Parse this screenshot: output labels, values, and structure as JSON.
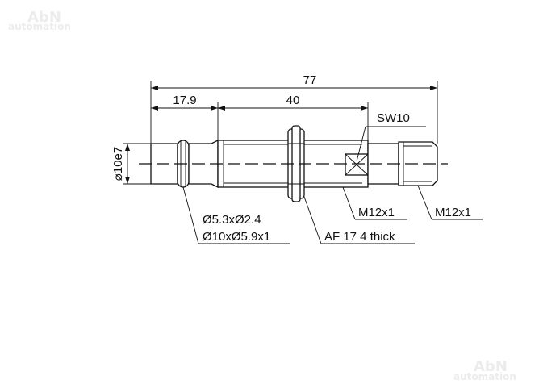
{
  "watermark": {
    "brand": "AbN",
    "tagline": "automation"
  },
  "dimensions": {
    "overall_length": "77",
    "first_length": "17.9",
    "thread_length": "40",
    "diameter": "⌀10e7"
  },
  "labels": {
    "wrench_size": "SW10",
    "groove_1": "Ø5.3xØ2.4",
    "groove_2": "Ø10xØ5.9x1",
    "nut": "AF 17 4 thick",
    "thread_body": "M12x1",
    "thread_connector": "M12x1"
  }
}
